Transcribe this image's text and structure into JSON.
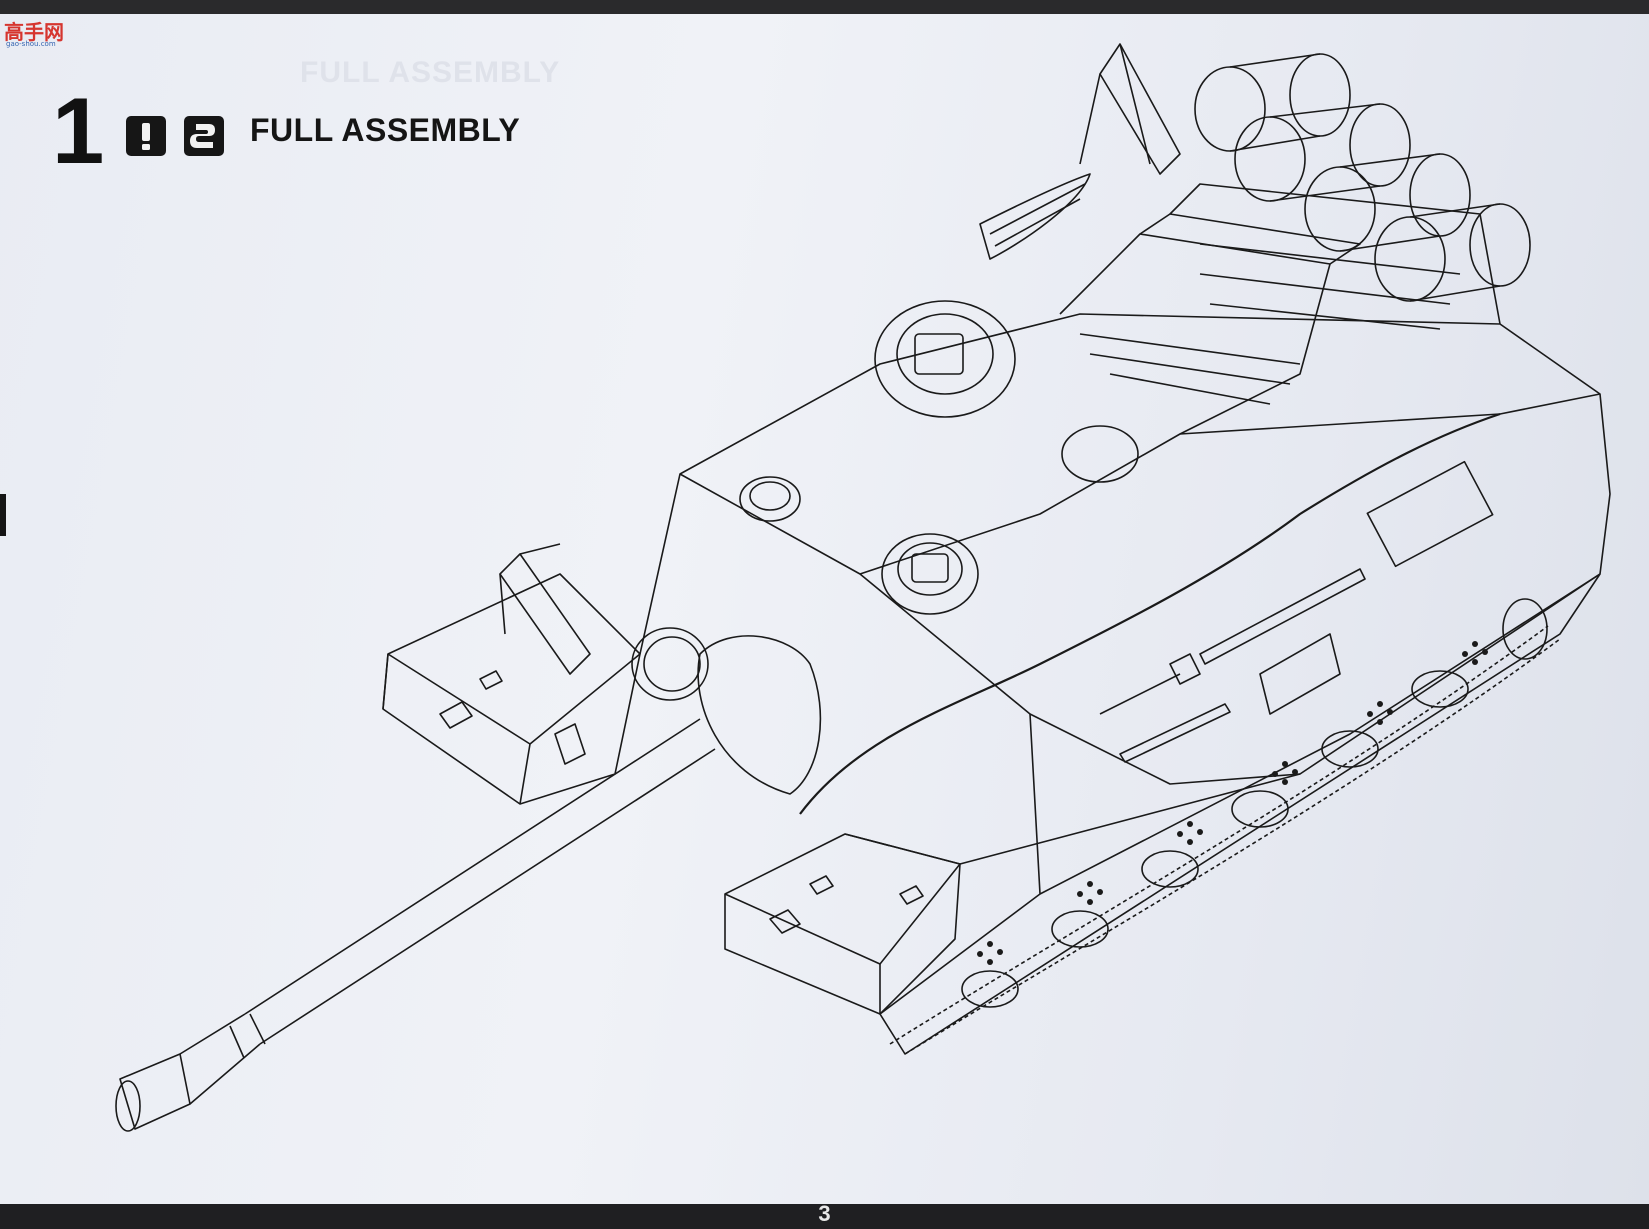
{
  "watermark": {
    "text": "高手网",
    "sub": "gao-shou.com"
  },
  "ghost_heading": "FULL ASSEMBLY",
  "step": {
    "number": "1",
    "title": "FULL ASSEMBLY"
  },
  "icons": [
    "warning-icon",
    "glue-icon"
  ],
  "page_number": "3"
}
